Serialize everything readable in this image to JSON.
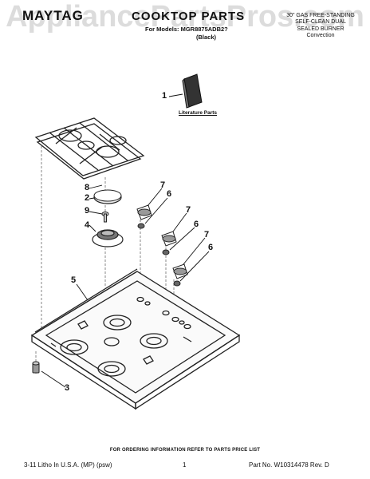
{
  "header": {
    "brand": "MAYTAG",
    "title": "COOKTOP PARTS",
    "models_line": "For Models: MGR8875ADB2?",
    "color_note": "(Black)",
    "description_lines": [
      "30\" GAS FREE-STANDING",
      "SELF-CLEAN DUAL",
      "SEALED BURNER",
      "Convection"
    ]
  },
  "watermark": "AppliancePartsPros.com",
  "diagram": {
    "literature_label": "Literature Parts",
    "callouts": [
      "1",
      "8",
      "2",
      "9",
      "4",
      "5",
      "3",
      "7",
      "6",
      "7",
      "6",
      "7",
      "6"
    ]
  },
  "order_note": "FOR ORDERING INFORMATION REFER TO PARTS PRICE LIST",
  "footer": {
    "left": "3-11 Litho In U.S.A. (MP) (psw)",
    "page": "1",
    "part_no": "Part No. W10314478 Rev. D"
  }
}
